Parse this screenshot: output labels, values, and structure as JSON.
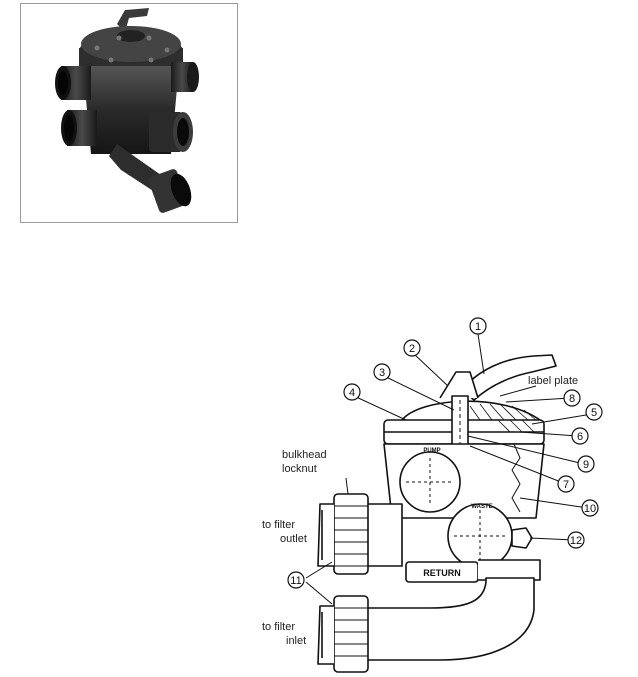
{
  "photo": {
    "label": ""
  },
  "labels": {
    "label_plate": "label plate",
    "bulkhead_1": "bulkhead",
    "bulkhead_2": "locknut",
    "outlet_1": "to filter",
    "outlet_2": "outlet",
    "inlet_1": "to filter",
    "inlet_2": "inlet",
    "return": "RETURN",
    "pump": "PUMP",
    "waste": "WASTE"
  },
  "callouts": [
    "1",
    "2",
    "3",
    "4",
    "5",
    "6",
    "7",
    "8",
    "9",
    "10",
    "11",
    "12"
  ]
}
